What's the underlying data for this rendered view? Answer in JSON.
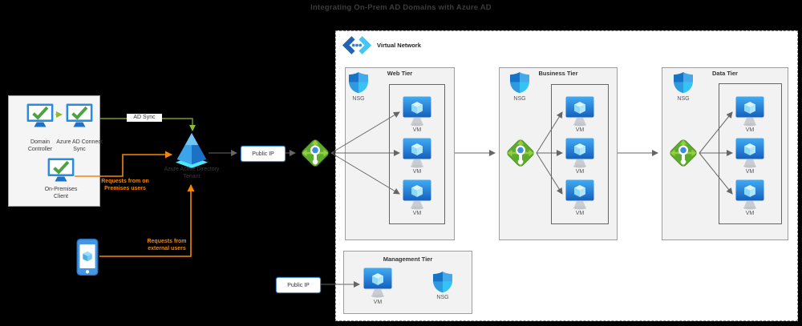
{
  "title": "Integrating On-Prem AD Domains with Azure AD",
  "on_premises": {
    "domain_controller": "Domain Controller",
    "ad_connect_sync": "Azure AD Connect Sync",
    "client": "On-Premises Client"
  },
  "azure_ad_tenant": "Azure Active Directory Tenant",
  "edge_labels": {
    "ad_sync": "AD Sync",
    "on_prem_requests": "Requests from on Premises users",
    "external_requests": "Requests from external users"
  },
  "public_ips": {
    "web": "Public IP",
    "management": "Public IP"
  },
  "virtual_network": "Virtual Network",
  "tiers": [
    {
      "title": "Web Tier",
      "nsg": "NSG",
      "vms": [
        "VM",
        "VM",
        "VM"
      ]
    },
    {
      "title": "Business Tier",
      "nsg": "NSG",
      "vms": [
        "VM",
        "VM",
        "VM"
      ]
    },
    {
      "title": "Data Tier",
      "nsg": "NSG",
      "vms": [
        "VM",
        "VM",
        "VM"
      ]
    }
  ],
  "management_tier": {
    "title": "Management Tier",
    "nsg": "NSG",
    "vm": "VM"
  },
  "colors": {
    "background": "#000000",
    "arrow_gray": "#666666",
    "arrow_green": "#8CBB2F",
    "arrow_orange": "#F28705",
    "container_fill": "#F2F2F2",
    "vnet_fill": "#FFFFFF",
    "azure_blue": "#2A8CE0",
    "lb_green": "#5CAB2D",
    "cyan_base": "#50E6FF"
  }
}
